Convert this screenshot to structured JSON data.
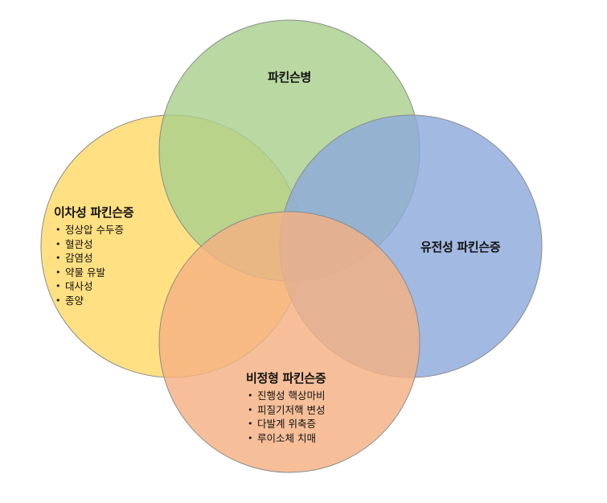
{
  "circles": [
    {
      "id": "parkinson",
      "title": "파킨슨병",
      "color": "#a9d08e",
      "items": []
    },
    {
      "id": "secondary",
      "title": "이차성 파킨슨증",
      "color": "#ffd966",
      "items": [
        "정상압 수두증",
        "혈관성",
        "감염성",
        "약물 유발",
        "대사성",
        "종양"
      ]
    },
    {
      "id": "genetic",
      "title": "유전성 파킨슨증",
      "color": "#8eaadb",
      "items": []
    },
    {
      "id": "atypical",
      "title": "비정형 파킨슨증",
      "color": "#f4b183",
      "items": [
        "진행성 핵상마비",
        "피질기저핵 변성",
        "다발계 위축증",
        "루이소체 치매"
      ]
    }
  ],
  "colors": {
    "stroke": "#8c8c8c",
    "text": "#111111"
  }
}
